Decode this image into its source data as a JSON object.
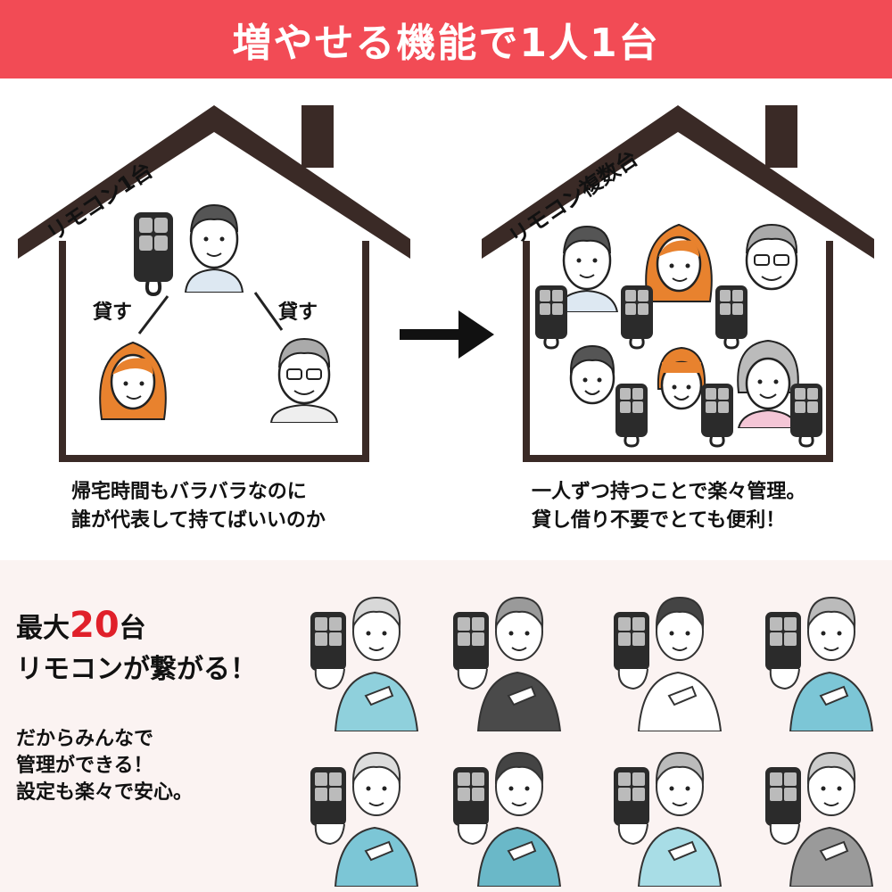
{
  "banner": {
    "title": "増やせる機能で1人1台"
  },
  "left_house": {
    "label": "リモコン1台",
    "lend_left": "貸す",
    "lend_right": "貸す",
    "caption_line1": "帰宅時間もバラバラなのに",
    "caption_line2": "誰が代表して持てばいいのか"
  },
  "right_house": {
    "label": "リモコン複数台",
    "caption_line1": "一人ずつ持つことで楽々管理。",
    "caption_line2": "貸し借り不要でとても便利！"
  },
  "bottom": {
    "headline_prefix": "最大",
    "headline_number": "20",
    "headline_suffix": "台",
    "headline_line2": "リモコンが繋がる！",
    "sub_line1": "だからみんなで",
    "sub_line2": "管理ができる！",
    "sub_line3": "設定も楽々で安心。"
  },
  "colors": {
    "banner": "#f24b55",
    "accent": "#e0202a",
    "house_outline": "#3a2a26",
    "bottom_bg": "#fbf3f2",
    "shirt_blue": "#7cc6d6",
    "hair_orange": "#e8822e"
  }
}
